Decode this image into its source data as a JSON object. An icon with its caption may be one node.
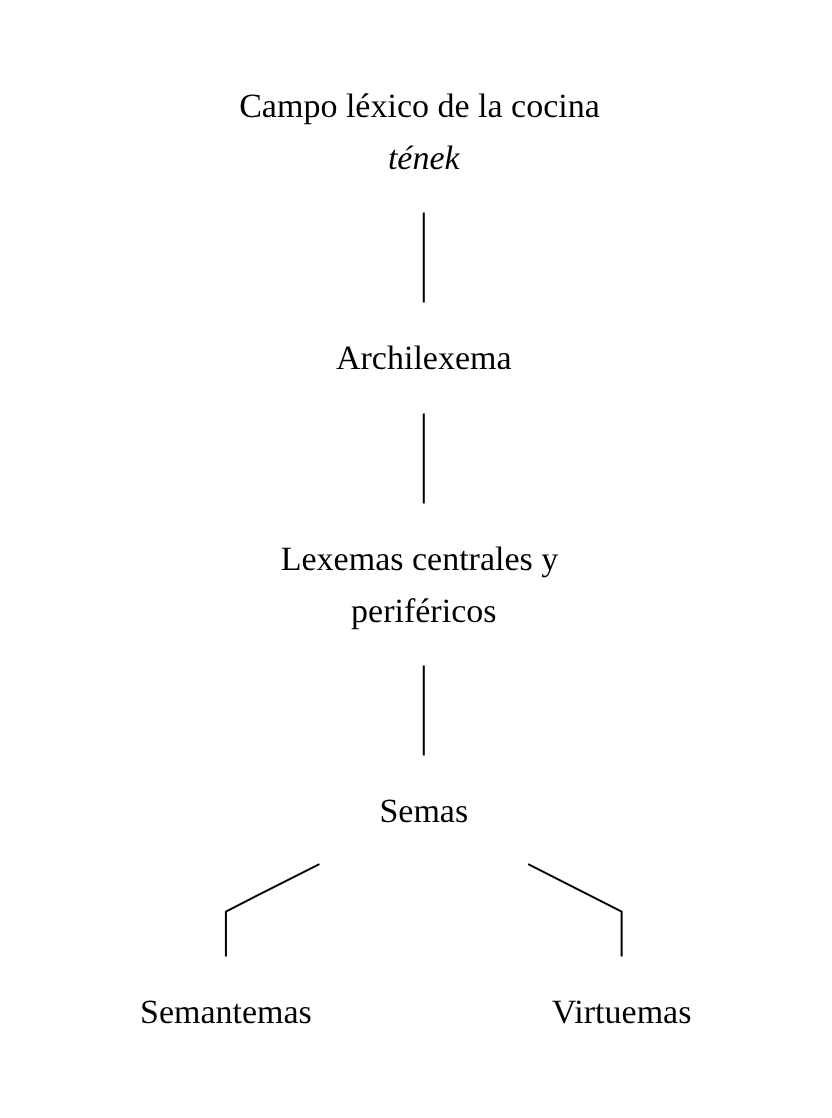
{
  "diagram": {
    "nodes": [
      {
        "text": [
          "Campo léxico de la cocina *tének*"
        ]
      },
      {
        "text": [
          "Archilexema"
        ]
      },
      {
        "text": [
          "Lexemas centrales y periféricos"
        ]
      },
      {
        "text": [
          "Semas"
        ]
      },
      {
        "text": [
          "Semantemas"
        ]
      },
      {
        "text": [
          "Virtuemas"
        ]
      }
    ],
    "edges": [
      {
        "from": 0,
        "to": 1,
        "arrow": "none"
      },
      {
        "from": 1,
        "to": 2,
        "arrow": "none"
      },
      {
        "from": 2,
        "to": 3,
        "arrow": "none"
      },
      {
        "from": 3,
        "to": 4,
        "arrow": "none"
      },
      {
        "from": 3,
        "to": 5,
        "arrow": "none"
      }
    ]
  }
}
